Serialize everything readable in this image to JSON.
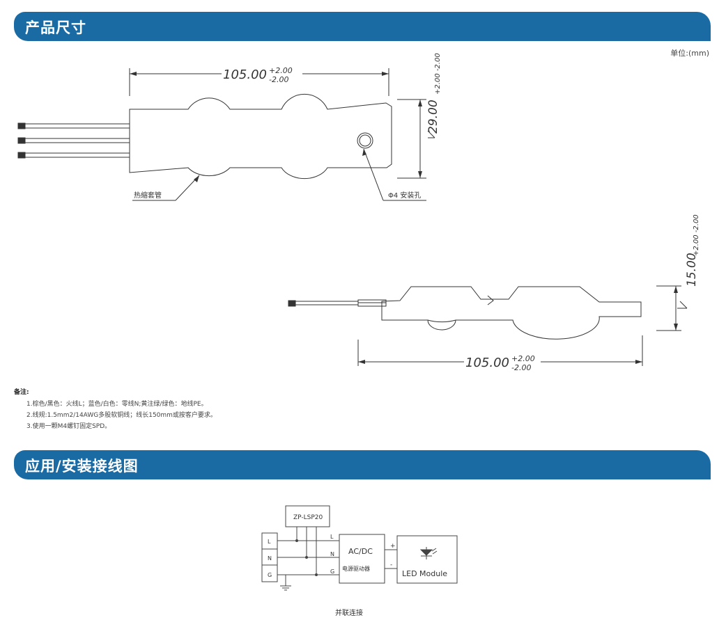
{
  "sections": {
    "dimensions_title": "产品尺寸",
    "wiring_title": "应用/安装接线图"
  },
  "unit_label": "单位:(mm)",
  "top_view": {
    "length_main": "105.00",
    "length_tol_plus": "+2.00",
    "length_tol_minus": "-2.00",
    "width_main": "29.00",
    "width_tol": "+2.00 -2.00",
    "callout_sleeve": "热缩套管",
    "callout_hole": "Φ4 安装孔"
  },
  "side_view": {
    "height_main": "15.00",
    "height_tol": "+2.00 -2.00",
    "length_main": "105.00",
    "length_tol_plus": "+2.00",
    "length_tol_minus": "-2.00"
  },
  "notes": {
    "heading": "备注:",
    "items": [
      "1.棕色/黑色：火线L；蓝色/白色：零线N;黄注绿/绿色：地线PE。",
      "2.线规:1.5mm2/14AWG多股软铜线；线长150mm或按客户要求。",
      "3.使用一颗M4螺钉固定SPD。"
    ]
  },
  "wiring": {
    "spd_model": "ZP-LSP20",
    "terminal_labels": [
      "L",
      "N",
      "G"
    ],
    "driver_in_labels": [
      "L",
      "N",
      "G"
    ],
    "driver_title": "AC/DC",
    "driver_subtitle": "电源驱动器",
    "plus": "+",
    "minus": "-",
    "led_module": "LED Module",
    "caption": "并联连接"
  },
  "colors": {
    "banner": "#1a6aa4",
    "line": "#333333"
  }
}
